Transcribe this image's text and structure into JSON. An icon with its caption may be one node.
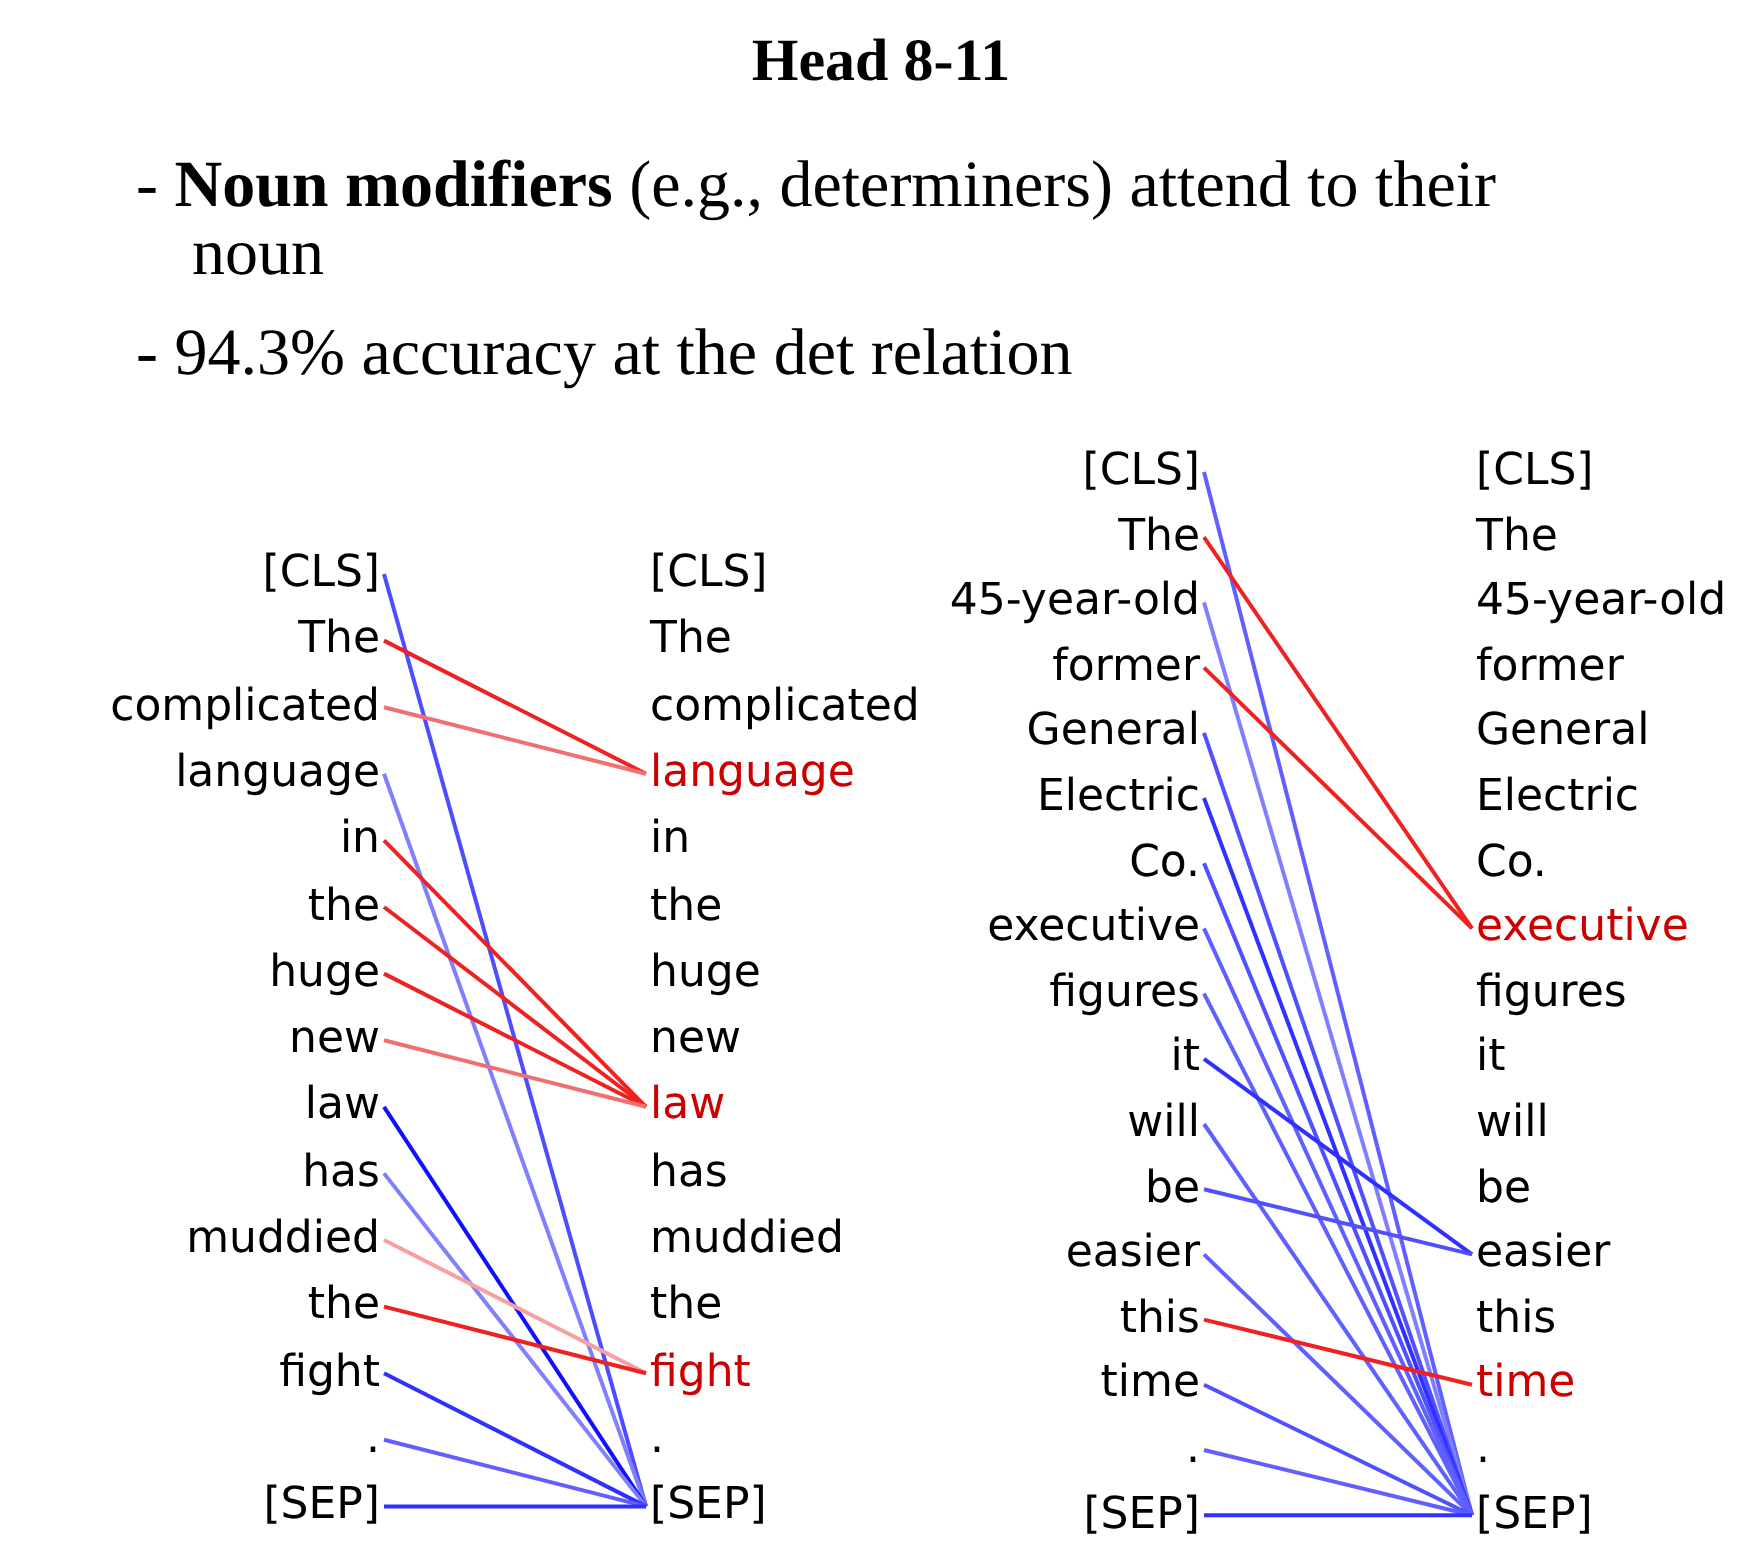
{
  "diagram": {
    "title": "Head 8-11",
    "nodes": [
      {
        "text": [
          "[CLS]"
        ]
      },
      {
        "text": [
          "The"
        ]
      },
      {
        "text": [
          "complicated"
        ]
      },
      {
        "text": [
          "language"
        ]
      },
      {
        "text": [
          "in"
        ]
      },
      {
        "text": [
          "the"
        ]
      },
      {
        "text": [
          "huge"
        ]
      },
      {
        "text": [
          "new"
        ]
      },
      {
        "text": [
          "law"
        ]
      },
      {
        "text": [
          "has"
        ]
      },
      {
        "text": [
          "muddied"
        ]
      },
      {
        "text": [
          "the"
        ]
      },
      {
        "text": [
          "fight"
        ]
      },
      {
        "text": [
          "."
        ]
      },
      {
        "text": [
          "[SEP]"
        ]
      },
      {
        "text": [
          "[CLS]"
        ]
      },
      {
        "text": [
          "The"
        ]
      },
      {
        "text": [
          "complicated"
        ]
      },
      {
        "text": [
          "language"
        ]
      },
      {
        "text": [
          "in"
        ]
      },
      {
        "text": [
          "the"
        ]
      },
      {
        "text": [
          "huge"
        ]
      },
      {
        "text": [
          "new"
        ]
      },
      {
        "text": [
          "law"
        ]
      },
      {
        "text": [
          "has"
        ]
      },
      {
        "text": [
          "muddied"
        ]
      },
      {
        "text": [
          "the"
        ]
      },
      {
        "text": [
          "fight"
        ]
      },
      {
        "text": [
          "."
        ]
      },
      {
        "text": [
          "[SEP]"
        ]
      },
      {
        "text": [
          "[CLS]"
        ]
      },
      {
        "text": [
          "The"
        ]
      },
      {
        "text": [
          "45-year-old"
        ]
      },
      {
        "text": [
          "former"
        ]
      },
      {
        "text": [
          "General"
        ]
      },
      {
        "text": [
          "Electric"
        ]
      },
      {
        "text": [
          "Co."
        ]
      },
      {
        "text": [
          "executive"
        ]
      },
      {
        "text": [
          "figures"
        ]
      },
      {
        "text": [
          "it"
        ]
      },
      {
        "text": [
          "will"
        ]
      },
      {
        "text": [
          "be"
        ]
      },
      {
        "text": [
          "easier"
        ]
      },
      {
        "text": [
          "this"
        ]
      },
      {
        "text": [
          "time"
        ]
      },
      {
        "text": [
          "."
        ]
      },
      {
        "text": [
          "[SEP]"
        ]
      },
      {
        "text": [
          "[CLS]"
        ]
      },
      {
        "text": [
          "The"
        ]
      },
      {
        "text": [
          "45-year-old"
        ]
      },
      {
        "text": [
          "former"
        ]
      },
      {
        "text": [
          "General"
        ]
      },
      {
        "text": [
          "Electric"
        ]
      },
      {
        "text": [
          "Co."
        ]
      },
      {
        "text": [
          "executive"
        ]
      },
      {
        "text": [
          "figures"
        ]
      },
      {
        "text": [
          "it"
        ]
      },
      {
        "text": [
          "will"
        ]
      },
      {
        "text": [
          "be"
        ]
      },
      {
        "text": [
          "easier"
        ]
      },
      {
        "text": [
          "this"
        ]
      },
      {
        "text": [
          "time"
        ]
      },
      {
        "text": [
          "."
        ]
      },
      {
        "text": [
          "[SEP]"
        ]
      }
    ],
    "edges": [
      {
        "from": 0,
        "to": 29,
        "arrow": "none",
        "color": "#4d4dff"
      },
      {
        "from": 1,
        "to": 18,
        "arrow": "none",
        "color": "#ee2222"
      },
      {
        "from": 2,
        "to": 18,
        "arrow": "none",
        "color": "#f07070"
      },
      {
        "from": 3,
        "to": 29,
        "arrow": "none",
        "color": "#8080ff"
      },
      {
        "from": 4,
        "to": 23,
        "arrow": "none",
        "color": "#ee2222"
      },
      {
        "from": 5,
        "to": 23,
        "arrow": "none",
        "color": "#ee2222"
      },
      {
        "from": 6,
        "to": 23,
        "arrow": "none",
        "color": "#ee2222"
      },
      {
        "from": 7,
        "to": 23,
        "arrow": "none",
        "color": "#f07070"
      },
      {
        "from": 8,
        "to": 29,
        "arrow": "none",
        "color": "#1010ff"
      },
      {
        "from": 9,
        "to": 29,
        "arrow": "none",
        "color": "#8080ff"
      },
      {
        "from": 10,
        "to": 27,
        "arrow": "none",
        "color": "#f7a0a0"
      },
      {
        "from": 11,
        "to": 27,
        "arrow": "none",
        "color": "#ee2222"
      },
      {
        "from": 12,
        "to": 29,
        "arrow": "none",
        "color": "#3030ff"
      },
      {
        "from": 13,
        "to": 29,
        "arrow": "none",
        "color": "#6060ff"
      },
      {
        "from": 14,
        "to": 29,
        "arrow": "none",
        "color": "#3030ff"
      },
      {
        "from": 30,
        "to": 63,
        "arrow": "none",
        "color": "#6060ff"
      },
      {
        "from": 31,
        "to": 54,
        "arrow": "none",
        "color": "#ee2222"
      },
      {
        "from": 32,
        "to": 63,
        "arrow": "none",
        "color": "#8080ff"
      },
      {
        "from": 33,
        "to": 54,
        "arrow": "none",
        "color": "#ee2222"
      },
      {
        "from": 34,
        "to": 63,
        "arrow": "none",
        "color": "#5050ff"
      },
      {
        "from": 35,
        "to": 63,
        "arrow": "none",
        "color": "#3030ff"
      },
      {
        "from": 36,
        "to": 63,
        "arrow": "none",
        "color": "#5050ff"
      },
      {
        "from": 37,
        "to": 63,
        "arrow": "none",
        "color": "#6060ff"
      },
      {
        "from": 38,
        "to": 63,
        "arrow": "none",
        "color": "#6060ff"
      },
      {
        "from": 39,
        "to": 59,
        "arrow": "none",
        "color": "#3030ff"
      },
      {
        "from": 40,
        "to": 63,
        "arrow": "none",
        "color": "#6060ff"
      },
      {
        "from": 41,
        "to": 59,
        "arrow": "none",
        "color": "#5050ff"
      },
      {
        "from": 42,
        "to": 63,
        "arrow": "none",
        "color": "#6060ff"
      },
      {
        "from": 43,
        "to": 61,
        "arrow": "none",
        "color": "#ee2222"
      },
      {
        "from": 44,
        "to": 63,
        "arrow": "none",
        "color": "#5050ff"
      },
      {
        "from": 45,
        "to": 63,
        "arrow": "none",
        "color": "#6060ff"
      },
      {
        "from": 46,
        "to": 63,
        "arrow": "none",
        "color": "#3030ff"
      }
    ],
    "labels": [
      "- **Noun modifiers** (e.g., determiners) attend to their noun",
      "- 94.3% accuracy at the det relation"
    ]
  }
}
